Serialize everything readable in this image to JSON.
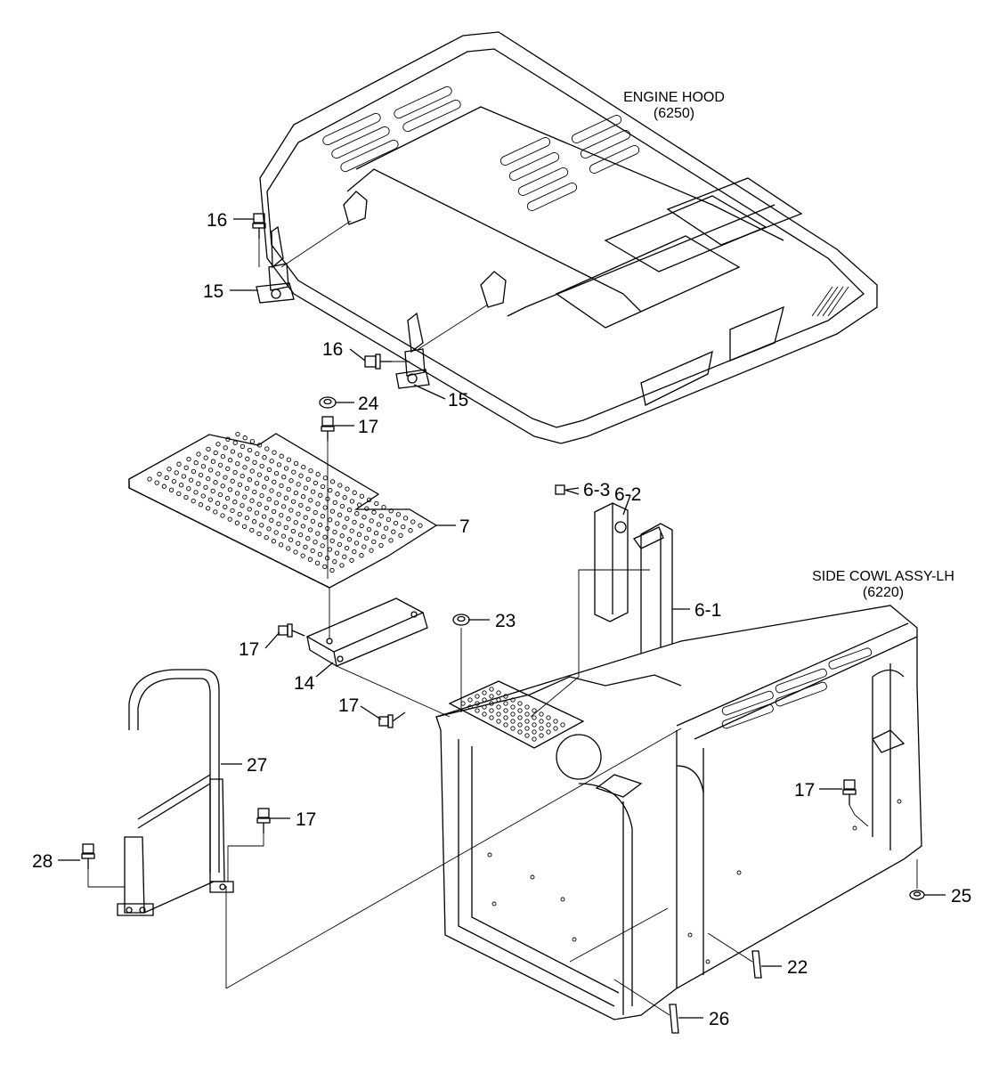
{
  "titles": {
    "engine_hood": "ENGINE HOOD",
    "engine_hood_code": "(6250)",
    "side_cowl": "SIDE COWL ASSY-LH",
    "side_cowl_code": "(6220)"
  },
  "callouts": {
    "c16a": "16",
    "c15a": "15",
    "c16b": "16",
    "c15b": "15",
    "c24": "24",
    "c17a": "17",
    "c7": "7",
    "c6_3": "6-3",
    "c6_2": "6-2",
    "c6_1": "6-1",
    "c23": "23",
    "c17b": "17",
    "c14": "14",
    "c17c": "17",
    "c27": "27",
    "c17d": "17",
    "c28": "28",
    "c17e": "17",
    "c25": "25",
    "c22": "22",
    "c26": "26"
  }
}
